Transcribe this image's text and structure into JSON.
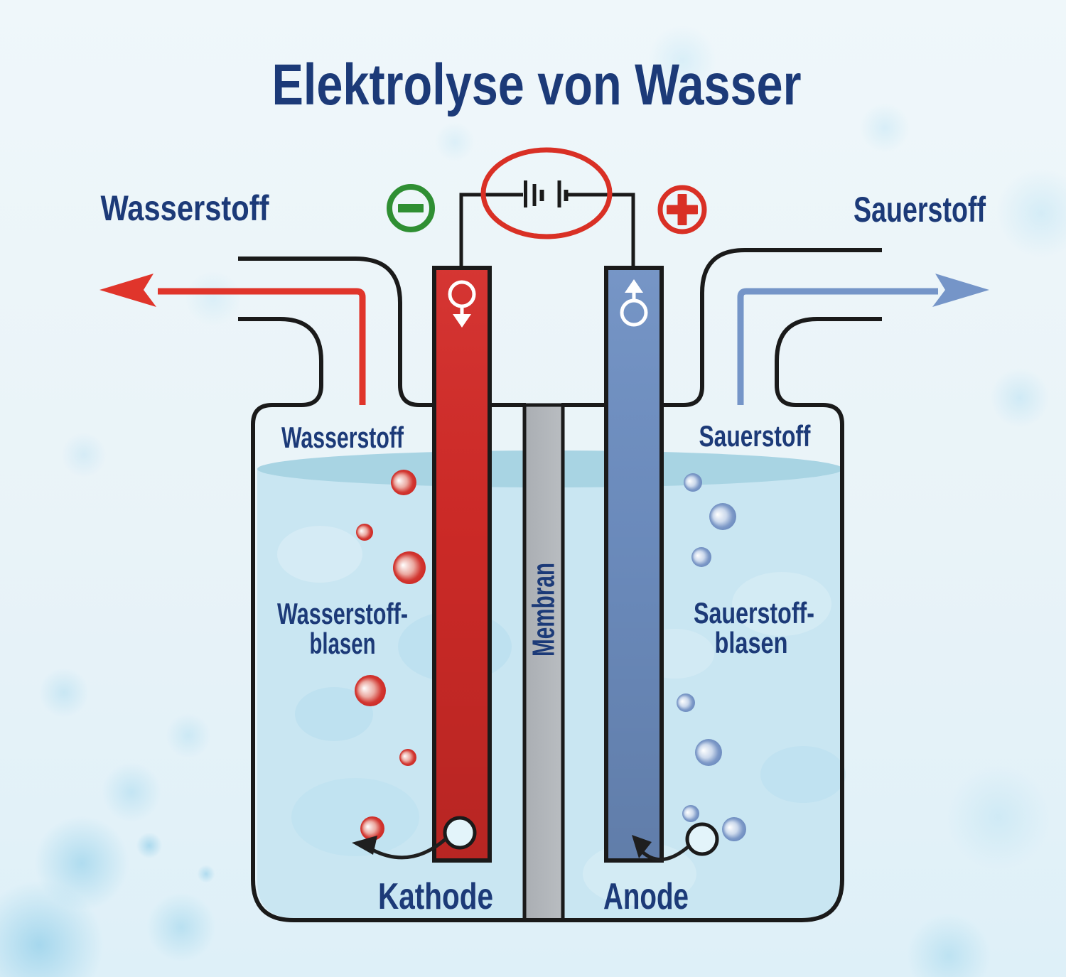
{
  "title": "Elektrolyse von Wasser",
  "outlets": {
    "hydrogen": "Wasserstoff",
    "oxygen": "Sauerstoff"
  },
  "circuit": {
    "negative_symbol": "−",
    "positive_symbol": "+"
  },
  "vessel": {
    "hydrogen_gas": "Wasserstoff",
    "oxygen_gas": "Sauerstoff",
    "hydrogen_bubbles": [
      "Wasserstoff-",
      "blasen"
    ],
    "oxygen_bubbles": [
      "Sauerstoff-",
      "blasen"
    ],
    "membrane": "Membran",
    "cathode": "Kathode",
    "anode": "Anode"
  },
  "colors": {
    "text_navy": "#1c3a78",
    "electrode_red": "#d32b28",
    "electrode_blue": "#6f90c3",
    "membrane_gray": "#b2b6ba",
    "arrow_red": "#e0352b",
    "arrow_blue": "#7595c8",
    "circuit_red": "#d93025",
    "minus_green": "#2f8f33",
    "water": "#c9e6f2",
    "water_surface": "#a8d4e3",
    "hydrogen_bubble_red": "#d02f28",
    "oxygen_bubble_blue": "#6e8dc0",
    "outline_black": "#1a1a1a",
    "background": "#ecf5f9"
  }
}
